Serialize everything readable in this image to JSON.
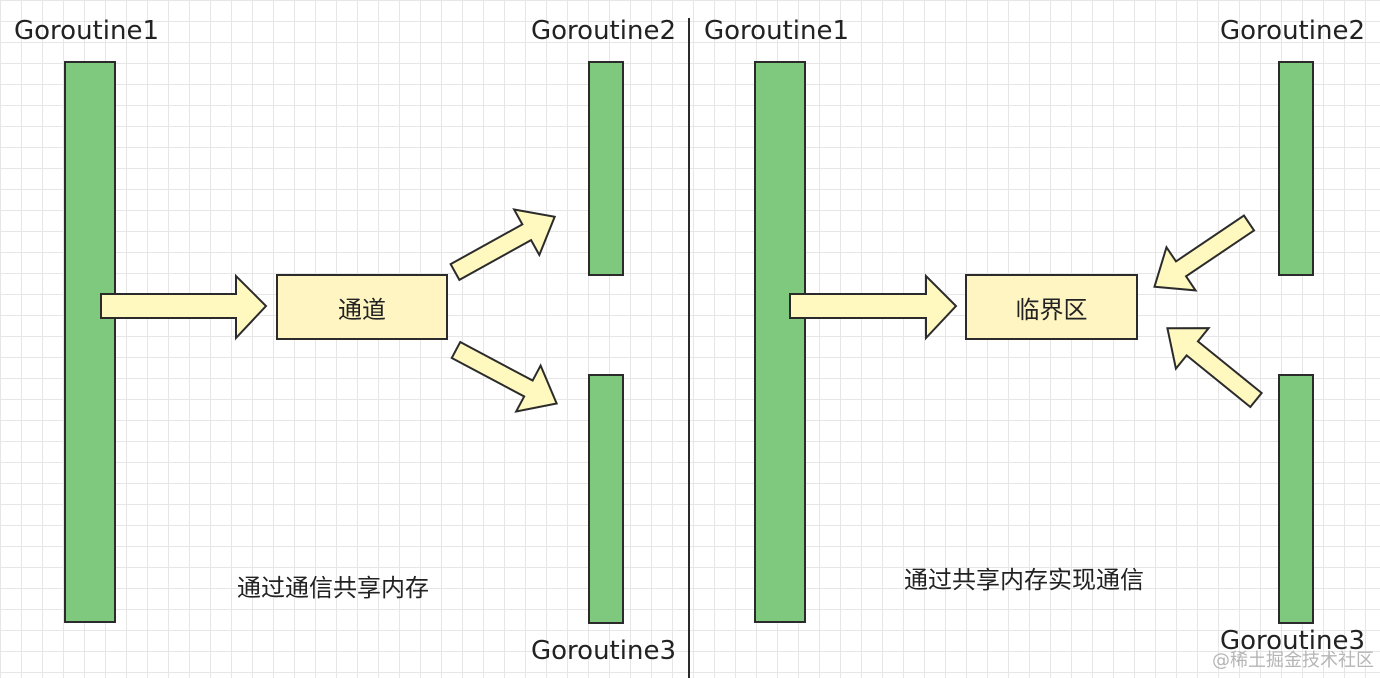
{
  "left_panel": {
    "goroutine1": "Goroutine1",
    "goroutine2": "Goroutine2",
    "goroutine3": "Goroutine3",
    "center_box": "通道",
    "caption": "通过通信共享内存"
  },
  "right_panel": {
    "goroutine1": "Goroutine1",
    "goroutine2": "Goroutine2",
    "goroutine3": "Goroutine3",
    "center_box": "临界区",
    "caption": "通过共享内存实现通信"
  },
  "watermark": "@稀土掘金技术社区",
  "colors": {
    "bar_fill": "#7fc97f",
    "box_fill": "#fff5c2",
    "arrow_fill": "#fff8bf",
    "stroke": "#2b2b2b"
  }
}
